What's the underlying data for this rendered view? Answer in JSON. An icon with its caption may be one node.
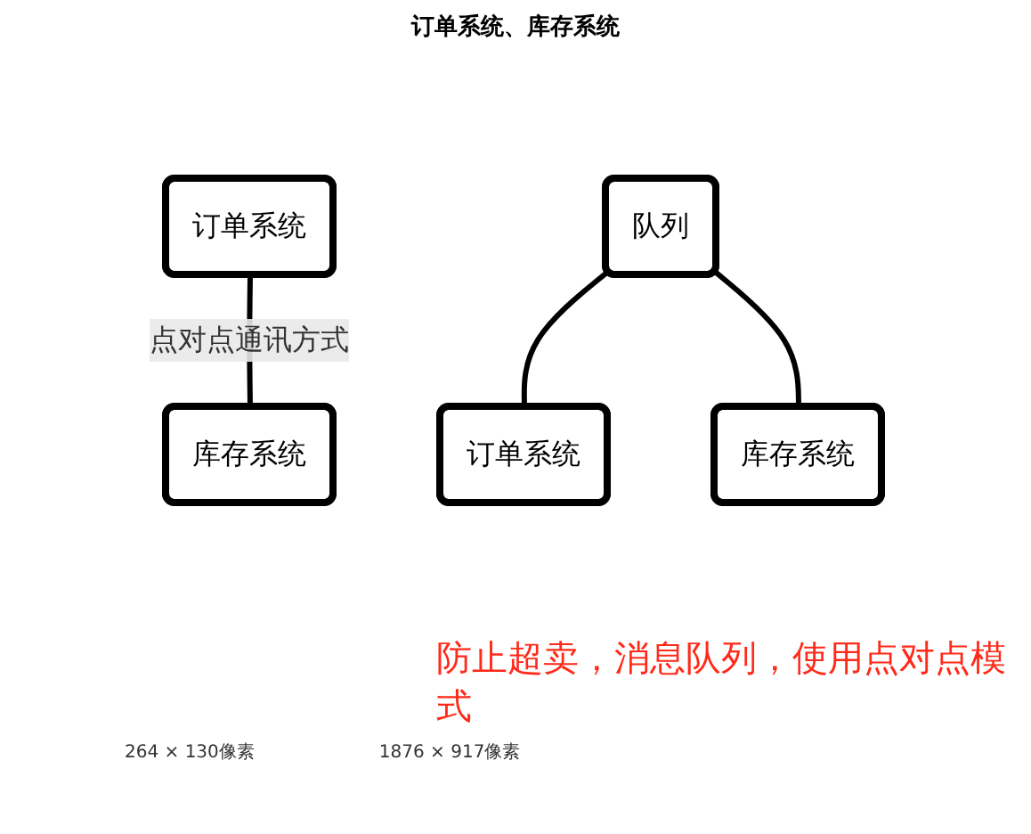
{
  "diagram": {
    "title": "订单系统、库存系统",
    "nodes": [
      {
        "text": [
          "订单系统"
        ]
      },
      {
        "text": [
          "库存系统"
        ]
      },
      {
        "text": [
          "队列"
        ]
      },
      {
        "text": [
          "订单系统"
        ]
      },
      {
        "text": [
          "库存系统"
        ]
      }
    ],
    "edges": [
      {
        "from": 0,
        "to": 1,
        "arrow": "none",
        "label": "点对点通讯方式"
      },
      {
        "from": 2,
        "to": 3,
        "arrow": "none"
      },
      {
        "from": 2,
        "to": 4,
        "arrow": "none"
      }
    ],
    "labels": [
      "防止超卖，消息队列，使用点对点模式",
      "264 × 130像素",
      "1876 × 917像素"
    ]
  }
}
